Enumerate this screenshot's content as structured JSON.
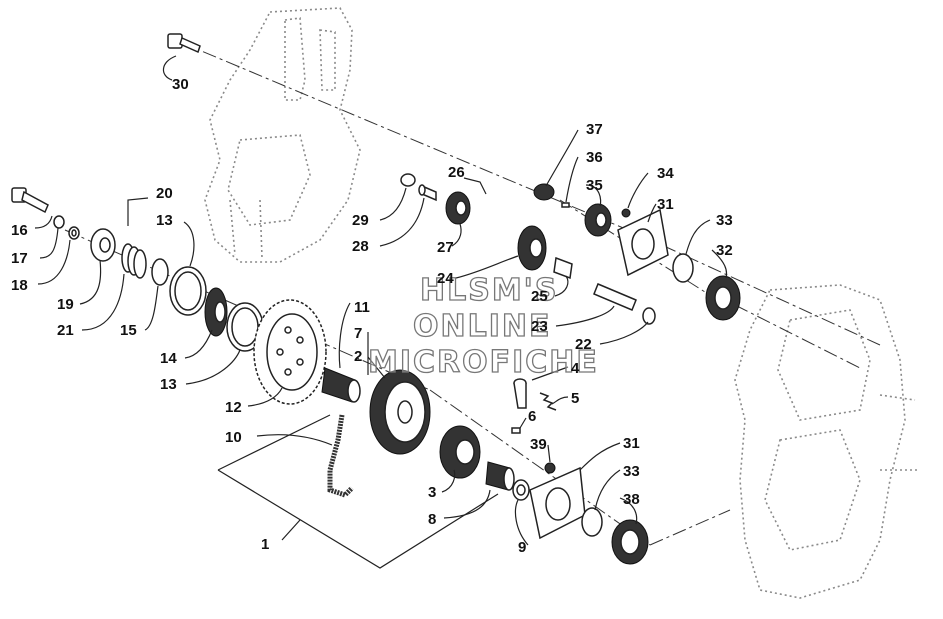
{
  "watermark": [
    "HLSM'S",
    "ONLINE",
    "MICROFICHE"
  ],
  "callouts": [
    "30",
    "20",
    "16",
    "13",
    "17",
    "18",
    "19",
    "21",
    "15",
    "14",
    "13",
    "12",
    "10",
    "11",
    "7",
    "2",
    "1",
    "3",
    "8",
    "9",
    "4",
    "5",
    "6",
    "39",
    "31",
    "33",
    "38",
    "22",
    "23",
    "25",
    "24",
    "27",
    "28",
    "29",
    "26",
    "37",
    "36",
    "35",
    "34",
    "31",
    "33",
    "32"
  ]
}
